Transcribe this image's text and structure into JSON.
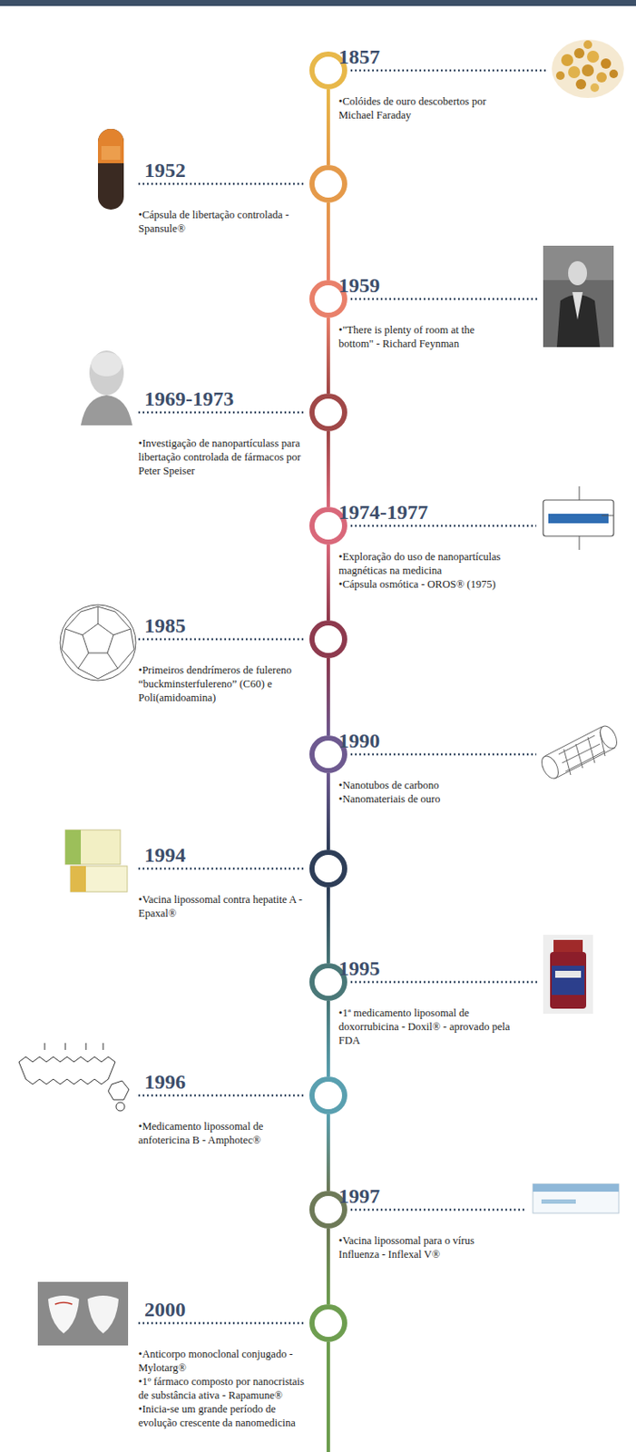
{
  "diagram": {
    "nodes": [
      {
        "text": [
          "1857",
          "•Colóides de ouro descobertos por Michael Faraday"
        ]
      },
      {
        "text": [
          "1952",
          "•Cápsula de libertação controlada - Spansule®"
        ]
      },
      {
        "text": [
          "1959",
          "•\"There is plenty of room at the bottom\" - Richard Feynman"
        ]
      },
      {
        "text": [
          "1969-1973",
          "•Investigação de nanopartículass para libertação controlada de fármacos por Peter Speiser"
        ]
      },
      {
        "text": [
          "1974-1977",
          "•Exploração do uso de nanopartículas magnéticas na medicina",
          "•Cápsula osmótica - OROS® (1975)"
        ]
      },
      {
        "text": [
          "1985",
          "•Primeiros dendrímeros de fulereno “buckminsterfulereno” (C60) e Poli(amidoamina)"
        ]
      },
      {
        "text": [
          "1990",
          "•Nanotubos de carbono",
          "•Nanomateriais de ouro"
        ]
      },
      {
        "text": [
          "1994",
          "•Vacina lipossomal contra hepatite A - Epaxal®"
        ]
      },
      {
        "text": [
          "1995",
          "•1ª medicamento liposomal de doxorrubicina - Doxil® - aprovado pela FDA"
        ]
      },
      {
        "text": [
          "1996",
          "•Medicamento lipossomal de anfotericina B - Amphotec®"
        ]
      },
      {
        "text": [
          "1997",
          "•Vacina lipossomal para o vírus Influenza - Inflexal V®"
        ]
      },
      {
        "text": [
          "2000",
          "•Anticorpo monoclonal conjugado - Mylotarg®",
          "•1º fármaco composto por nanocristais de substância ativa - Rapamune®",
          "•Inicia-se um grande período de evolução crescente da nanomedicina"
        ]
      }
    ],
    "edges": [
      {
        "from": 0,
        "to": 1,
        "arrow": "none"
      },
      {
        "from": 1,
        "to": 2,
        "arrow": "none"
      },
      {
        "from": 2,
        "to": 3,
        "arrow": "none"
      },
      {
        "from": 3,
        "to": 4,
        "arrow": "none"
      },
      {
        "from": 4,
        "to": 5,
        "arrow": "none"
      },
      {
        "from": 5,
        "to": 6,
        "arrow": "none"
      },
      {
        "from": 6,
        "to": 7,
        "arrow": "none"
      },
      {
        "from": 7,
        "to": 8,
        "arrow": "none"
      },
      {
        "from": 8,
        "to": 9,
        "arrow": "none"
      },
      {
        "from": 9,
        "to": 10,
        "arrow": "none"
      },
      {
        "from": 10,
        "to": 11,
        "arrow": "none"
      }
    ]
  }
}
